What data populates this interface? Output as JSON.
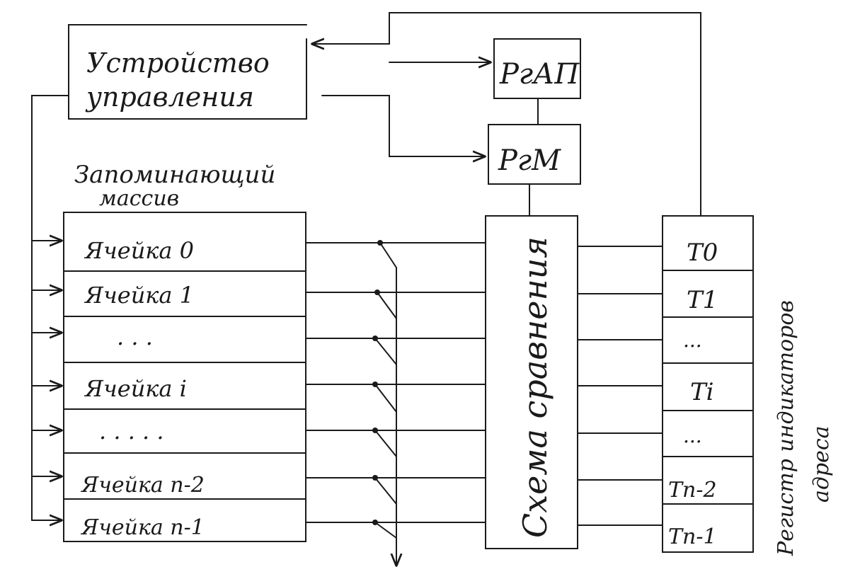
{
  "control_unit": {
    "line1": "Устройство",
    "line2": "управления"
  },
  "memory_array": {
    "title_line1": "Запоминающий",
    "title_line2": "массив",
    "cells": [
      "Ячейка 0",
      "Ячейка 1",
      ". . .",
      "Ячейка i",
      ". . . . .",
      "Ячейка n-2",
      "Ячейка n-1"
    ]
  },
  "registers": {
    "address": "РгАП",
    "mask": "РгМ"
  },
  "comparator": {
    "label": "Схема сравнения"
  },
  "indicator_register": {
    "cells": [
      "T0",
      "T1",
      "...",
      "Ti",
      "...",
      "Tn-2",
      "Tn-1"
    ],
    "label_line1": "Регистр индикаторов",
    "label_line2": "адреса"
  }
}
